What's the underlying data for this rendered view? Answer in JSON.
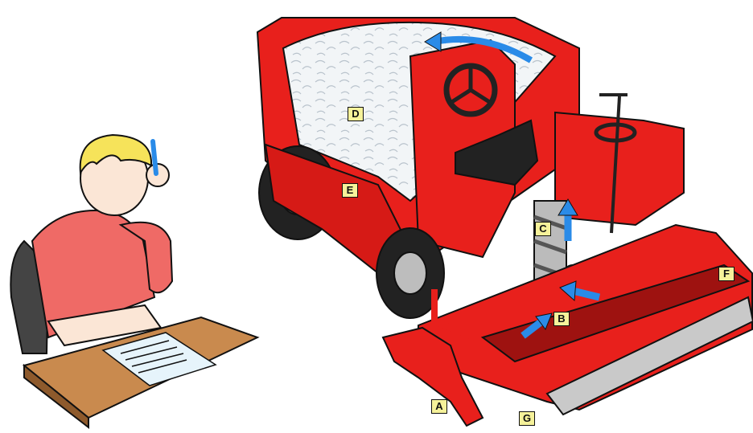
{
  "labels": {
    "a": "A",
    "b": "B",
    "c": "C",
    "d": "D",
    "e": "E",
    "f": "F",
    "g": "G"
  },
  "colors": {
    "machine_red": "#e8201c",
    "dark_red": "#9e1210",
    "arrow_blue": "#2a8be8",
    "snow": "#f2f5f7",
    "label_fill": "#f6f29a"
  }
}
